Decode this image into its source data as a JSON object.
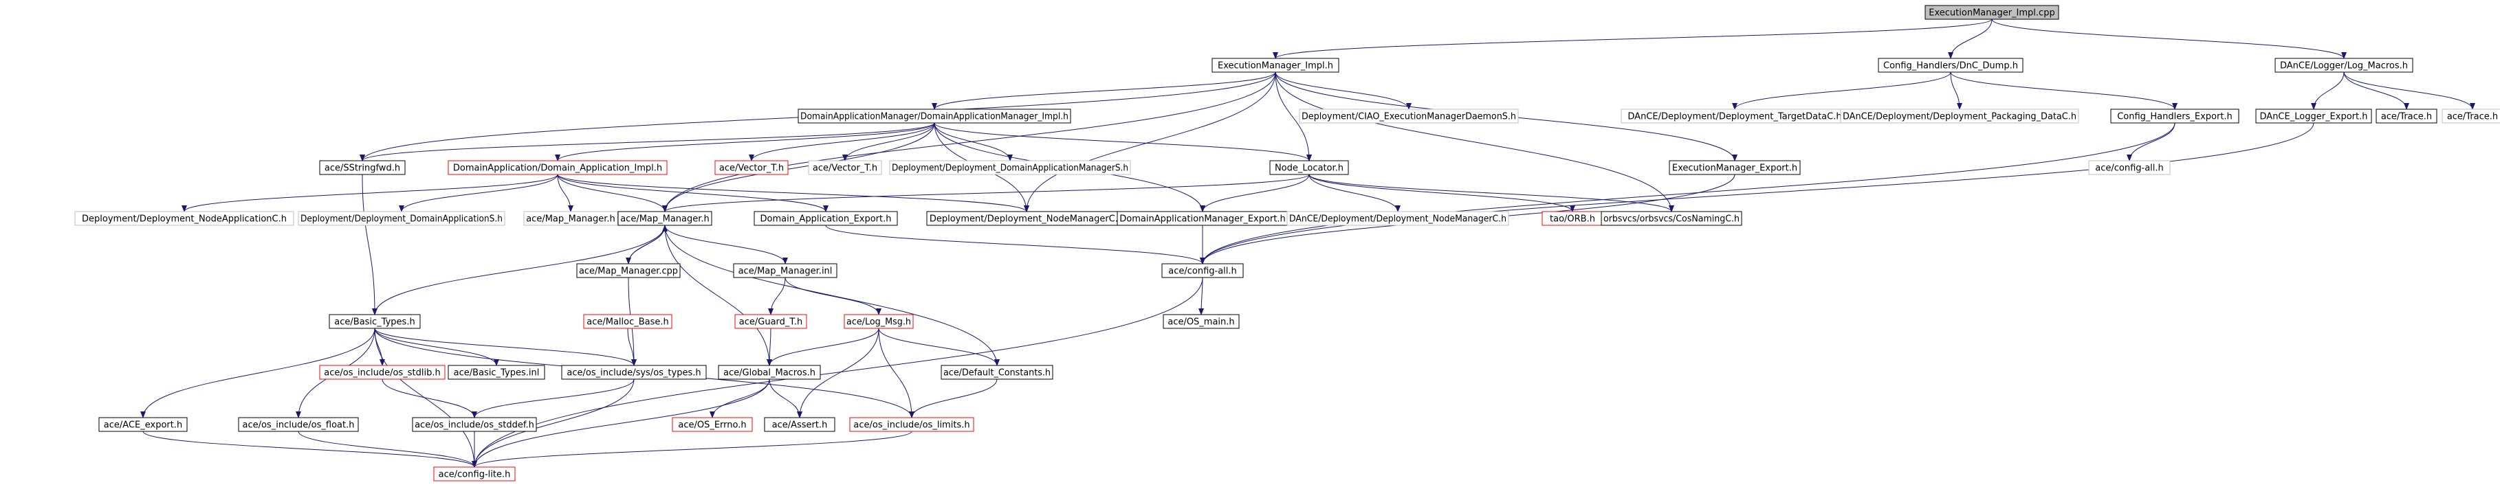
{
  "colors": {
    "root_fill": "#bfbfbf",
    "normal_border": "#000000",
    "missing_border": "#ff0000",
    "external_border": "#bfbfbf",
    "edge": "#191970"
  },
  "nodes": [
    {
      "id": "root",
      "label": "ExecutionManager_Impl.cpp",
      "style": "root"
    },
    {
      "id": "em_impl_h",
      "label": "ExecutionManager_Impl.h",
      "style": "normal"
    },
    {
      "id": "config_dump",
      "label": "Config_Handlers/DnC_Dump.h",
      "style": "normal"
    },
    {
      "id": "log_macros",
      "label": "DAnCE/Logger/Log_Macros.h",
      "style": "normal"
    },
    {
      "id": "dam_impl",
      "label": "DomainApplicationManager/DomainApplicationManager_Impl.h",
      "style": "normal"
    },
    {
      "id": "ciao_em_daemon",
      "label": "Deployment/CIAO_ExecutionManagerDaemonS.h",
      "style": "external"
    },
    {
      "id": "target_data",
      "label": "DAnCE/Deployment/Deployment_TargetDataC.h",
      "style": "external"
    },
    {
      "id": "packaging_data",
      "label": "DAnCE/Deployment/Deployment_Packaging_DataC.h",
      "style": "external"
    },
    {
      "id": "ch_export",
      "label": "Config_Handlers_Export.h",
      "style": "normal"
    },
    {
      "id": "logger_export",
      "label": "DAnCE_Logger_Export.h",
      "style": "normal"
    },
    {
      "id": "trace_h_a",
      "label": "ace/Trace.h",
      "style": "normal"
    },
    {
      "id": "trace_h_b",
      "label": "ace/Trace.h",
      "style": "external"
    },
    {
      "id": "sstringfwd",
      "label": "ace/SStringfwd.h",
      "style": "normal"
    },
    {
      "id": "da_impl",
      "label": "DomainApplication/Domain_Application_Impl.h",
      "style": "missing"
    },
    {
      "id": "vector_t_h",
      "label": "ace/Vector_T.h",
      "style": "missing"
    },
    {
      "id": "vector_t_h_ext",
      "label": "ace/Vector_T.h",
      "style": "external"
    },
    {
      "id": "dam_s",
      "label": "Deployment/Deployment_DomainApplicationManagerS.h",
      "style": "external"
    },
    {
      "id": "node_locator",
      "label": "Node_Locator.h",
      "style": "normal"
    },
    {
      "id": "em_export",
      "label": "ExecutionManager_Export.h",
      "style": "normal"
    },
    {
      "id": "config_all_ext",
      "label": "ace/config-all.h",
      "style": "external"
    },
    {
      "id": "node_app_c",
      "label": "Deployment/Deployment_NodeApplicationC.h",
      "style": "external"
    },
    {
      "id": "dom_app_s",
      "label": "Deployment/Deployment_DomainApplicationS.h",
      "style": "external"
    },
    {
      "id": "map_manager_ext",
      "label": "ace/Map_Manager.h",
      "style": "external"
    },
    {
      "id": "map_manager",
      "label": "ace/Map_Manager.h",
      "style": "normal"
    },
    {
      "id": "da_export",
      "label": "Domain_Application_Export.h",
      "style": "normal"
    },
    {
      "id": "node_manager_c",
      "label": "Deployment/Deployment_NodeManagerC.h",
      "style": "normal"
    },
    {
      "id": "dam_export",
      "label": "DomainApplicationManager_Export.h",
      "style": "normal"
    },
    {
      "id": "dance_node_manager_c",
      "label": "DAnCE/Deployment/Deployment_NodeManagerC.h",
      "style": "external"
    },
    {
      "id": "tao_orb",
      "label": "tao/ORB.h",
      "style": "missing"
    },
    {
      "id": "cos_naming",
      "label": "orbsvcs/orbsvcs/CosNamingC.h",
      "style": "normal"
    },
    {
      "id": "map_manager_cpp",
      "label": "ace/Map_Manager.cpp",
      "style": "normal"
    },
    {
      "id": "map_manager_inl",
      "label": "ace/Map_Manager.inl",
      "style": "normal"
    },
    {
      "id": "config_all",
      "label": "ace/config-all.h",
      "style": "normal"
    },
    {
      "id": "malloc_base",
      "label": "ace/Malloc_Base.h",
      "style": "missing"
    },
    {
      "id": "guard_t",
      "label": "ace/Guard_T.h",
      "style": "missing"
    },
    {
      "id": "log_msg",
      "label": "ace/Log_Msg.h",
      "style": "missing"
    },
    {
      "id": "os_main",
      "label": "ace/OS_main.h",
      "style": "normal"
    },
    {
      "id": "basic_types_h",
      "label": "ace/Basic_Types.h",
      "style": "normal"
    },
    {
      "id": "os_stdlib",
      "label": "ace/os_include/os_stdlib.h",
      "style": "missing"
    },
    {
      "id": "basic_types_inl",
      "label": "ace/Basic_Types.inl",
      "style": "normal"
    },
    {
      "id": "sys_types",
      "label": "ace/os_include/sys/os_types.h",
      "style": "normal"
    },
    {
      "id": "global_macros",
      "label": "ace/Global_Macros.h",
      "style": "normal"
    },
    {
      "id": "default_constants",
      "label": "ace/Default_Constants.h",
      "style": "normal"
    },
    {
      "id": "ace_export",
      "label": "ace/ACE_export.h",
      "style": "normal"
    },
    {
      "id": "os_float",
      "label": "ace/os_include/os_float.h",
      "style": "normal"
    },
    {
      "id": "os_stddef",
      "label": "ace/os_include/os_stddef.h",
      "style": "normal"
    },
    {
      "id": "os_errno",
      "label": "ace/OS_Errno.h",
      "style": "missing"
    },
    {
      "id": "ace_assert",
      "label": "ace/Assert.h",
      "style": "normal"
    },
    {
      "id": "os_limits",
      "label": "ace/os_include/os_limits.h",
      "style": "missing"
    },
    {
      "id": "config_lite",
      "label": "ace/config-lite.h",
      "style": "missing"
    }
  ],
  "edges": [
    [
      "root",
      "em_impl_h"
    ],
    [
      "root",
      "config_dump"
    ],
    [
      "root",
      "log_macros"
    ],
    [
      "em_impl_h",
      "dam_impl"
    ],
    [
      "em_impl_h",
      "sstringfwd"
    ],
    [
      "em_impl_h",
      "ciao_em_daemon"
    ],
    [
      "em_impl_h",
      "node_locator"
    ],
    [
      "em_impl_h",
      "em_export"
    ],
    [
      "em_impl_h",
      "map_manager"
    ],
    [
      "em_impl_h",
      "node_manager_c"
    ],
    [
      "em_impl_h",
      "cos_naming"
    ],
    [
      "config_dump",
      "target_data"
    ],
    [
      "config_dump",
      "packaging_data"
    ],
    [
      "config_dump",
      "ch_export"
    ],
    [
      "ch_export",
      "config_all_ext"
    ],
    [
      "ch_export",
      "config_all"
    ],
    [
      "log_macros",
      "logger_export"
    ],
    [
      "log_macros",
      "trace_h_a"
    ],
    [
      "log_macros",
      "trace_h_b"
    ],
    [
      "logger_export",
      "config_all"
    ],
    [
      "dam_impl",
      "sstringfwd"
    ],
    [
      "dam_impl",
      "da_impl"
    ],
    [
      "dam_impl",
      "vector_t_h"
    ],
    [
      "dam_impl",
      "vector_t_h_ext"
    ],
    [
      "dam_impl",
      "dam_s"
    ],
    [
      "dam_impl",
      "node_locator"
    ],
    [
      "dam_impl",
      "map_manager"
    ],
    [
      "dam_impl",
      "dam_export"
    ],
    [
      "dam_impl",
      "node_manager_c"
    ],
    [
      "sstringfwd",
      "basic_types_h"
    ],
    [
      "da_impl",
      "node_app_c"
    ],
    [
      "da_impl",
      "dom_app_s"
    ],
    [
      "da_impl",
      "map_manager_ext"
    ],
    [
      "da_impl",
      "map_manager"
    ],
    [
      "da_impl",
      "da_export"
    ],
    [
      "da_impl",
      "node_manager_c"
    ],
    [
      "node_locator",
      "map_manager"
    ],
    [
      "node_locator",
      "dam_export"
    ],
    [
      "node_locator",
      "dance_node_manager_c"
    ],
    [
      "node_locator",
      "tao_orb"
    ],
    [
      "node_locator",
      "cos_naming"
    ],
    [
      "em_export",
      "config_all"
    ],
    [
      "da_export",
      "config_all"
    ],
    [
      "dam_export",
      "config_all"
    ],
    [
      "map_manager",
      "map_manager_cpp"
    ],
    [
      "map_manager",
      "map_manager_inl"
    ],
    [
      "map_manager",
      "basic_types_h"
    ],
    [
      "map_manager",
      "global_macros"
    ],
    [
      "map_manager",
      "default_constants"
    ],
    [
      "map_manager_cpp",
      "map_manager"
    ],
    [
      "map_manager_cpp",
      "sys_types"
    ],
    [
      "map_manager_inl",
      "guard_t"
    ],
    [
      "map_manager_inl",
      "log_msg"
    ],
    [
      "malloc_base",
      "sys_types"
    ],
    [
      "guard_t",
      "global_macros"
    ],
    [
      "log_msg",
      "global_macros"
    ],
    [
      "log_msg",
      "default_constants"
    ],
    [
      "log_msg",
      "ace_assert"
    ],
    [
      "log_msg",
      "os_limits"
    ],
    [
      "config_all",
      "os_main"
    ],
    [
      "config_all",
      "config_lite"
    ],
    [
      "basic_types_h",
      "os_stdlib"
    ],
    [
      "basic_types_h",
      "basic_types_inl"
    ],
    [
      "basic_types_h",
      "sys_types"
    ],
    [
      "basic_types_h",
      "ace_export"
    ],
    [
      "basic_types_h",
      "os_float"
    ],
    [
      "basic_types_h",
      "os_limits"
    ],
    [
      "basic_types_h",
      "config_lite"
    ],
    [
      "os_stdlib",
      "os_stddef"
    ],
    [
      "sys_types",
      "os_stddef"
    ],
    [
      "sys_types",
      "config_lite"
    ],
    [
      "global_macros",
      "os_errno"
    ],
    [
      "global_macros",
      "ace_assert"
    ],
    [
      "global_macros",
      "config_lite"
    ],
    [
      "default_constants",
      "os_limits"
    ],
    [
      "ace_export",
      "config_lite"
    ],
    [
      "os_float",
      "config_lite"
    ],
    [
      "os_stddef",
      "config_lite"
    ],
    [
      "os_limits",
      "config_lite"
    ]
  ]
}
